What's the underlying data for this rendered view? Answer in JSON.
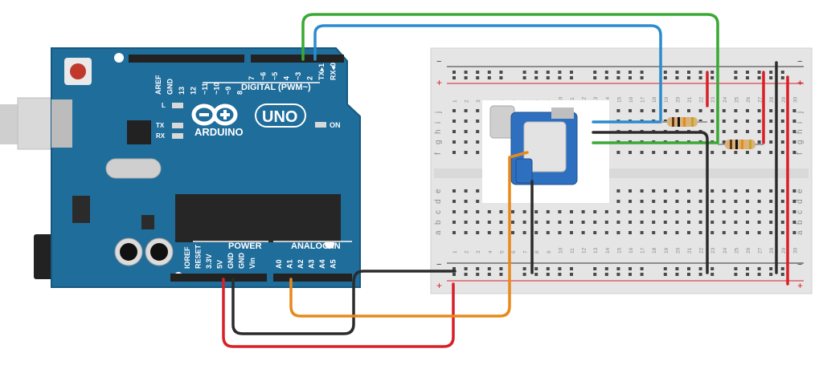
{
  "arduino": {
    "brand": "ARDUINO",
    "model": "UNO",
    "digital_header_label": "DIGITAL (PWM~)",
    "power_label": "POWER",
    "analog_label": "ANALOG IN",
    "on_label": "ON",
    "led_labels": {
      "l": "L",
      "tx": "TX",
      "rx": "RX"
    },
    "digital_pins": [
      "AREF",
      "GND",
      "13",
      "12",
      "~11",
      "~10",
      "~9",
      "8",
      "7",
      "~6",
      "~5",
      "4",
      "~3",
      "2",
      "TX▸1",
      "RX◂0"
    ],
    "power_pins": [
      "IOREF",
      "RESET",
      "3.3V",
      "5V",
      "GND",
      "GND",
      "Vin"
    ],
    "analog_pins": [
      "A0",
      "A1",
      "A2",
      "A3",
      "A4",
      "A5"
    ]
  },
  "breadboard": {
    "row_letters_top": [
      "j",
      "i",
      "h",
      "g",
      "f"
    ],
    "row_letters_bottom": [
      "e",
      "d",
      "c",
      "b",
      "a"
    ],
    "column_numbers": [
      "1",
      "2",
      "3",
      "4",
      "5",
      "6",
      "7",
      "8",
      "9",
      "10",
      "11",
      "12",
      "13",
      "14",
      "15",
      "16",
      "17",
      "18",
      "19",
      "20",
      "21",
      "22",
      "23",
      "24",
      "25",
      "26",
      "27",
      "28",
      "29",
      "30"
    ],
    "rail_plus": "+",
    "rail_minus": "−"
  },
  "components": {
    "encoder": "rotary-encoder-module",
    "resistors": [
      "resistor-1",
      "resistor-2"
    ]
  },
  "colors": {
    "board_blue": "#1f6d9b",
    "wire_green": "#3aa935",
    "wire_blue": "#2b8ccd",
    "wire_red": "#d92027",
    "wire_black": "#2b2b2b",
    "wire_orange": "#e8891c"
  }
}
